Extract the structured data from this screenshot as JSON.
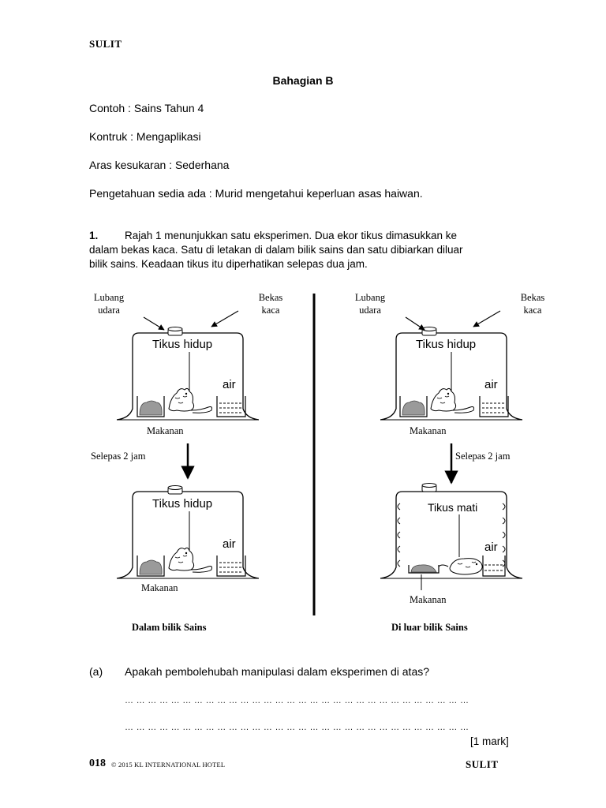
{
  "header": {
    "classification": "SULIT"
  },
  "section_title": "Bahagian B",
  "meta": {
    "contoh": "Contoh : Sains Tahun 4",
    "konstruk": "Kontruk : Mengaplikasi",
    "aras": "Aras kesukaran : Sederhana",
    "pengetahuan": "Pengetahuan sedia ada : Murid mengetahui keperluan asas haiwan."
  },
  "question": {
    "number": "1.",
    "line1": "Rajah 1 menunjukkan satu eksperimen. Dua ekor tikus dimasukkan ke",
    "line2": "dalam bekas kaca. Satu di letakan di dalam bilik sains dan satu dibiarkan diluar",
    "line3": "bilik sains. Keadaan tikus itu diperhatikan selepas dua jam."
  },
  "diagram": {
    "left": {
      "lubang_1": "Lubang",
      "lubang_2": "udara",
      "bekas_1": "Bekas",
      "bekas_2": "kaca",
      "top_label": "Tikus hidup",
      "top_water": "air",
      "top_food": "Makanan",
      "arrow_label": "Selepas 2 jam",
      "bottom_label": "Tikus hidup",
      "bottom_water": "air",
      "bottom_food": "Makanan",
      "caption": "Dalam bilik Sains"
    },
    "right": {
      "lubang_1": "Lubang",
      "lubang_2": "udara",
      "bekas_1": "Bekas",
      "bekas_2": "kaca",
      "top_label": "Tikus hidup",
      "top_water": "air",
      "top_food": "Makanan",
      "arrow_label": "Selepas 2 jam",
      "bottom_label": "Tikus mati",
      "bottom_water": "air",
      "bottom_food": "Makanan",
      "caption": "Di luar bilik Sains"
    }
  },
  "part_a": {
    "label": "(a)",
    "question": "Apakah pembolehubah manipulasi dalam  eksperimen di atas?",
    "answer_line_1": "… … … … … … … … … … … … … … … … … … … … … … … … … … … … … … … … … … … … … … …",
    "answer_line_2": "… … … … … … … … … … … … … … … … … … … … … … … … … … … … … … … … … … … … … … …",
    "marks": "[1 mark]"
  },
  "footer": {
    "page_code": "018",
    "copyright": "© 2015 KL INTERNATIONAL HOTEL",
    "classification": "SULIT"
  }
}
